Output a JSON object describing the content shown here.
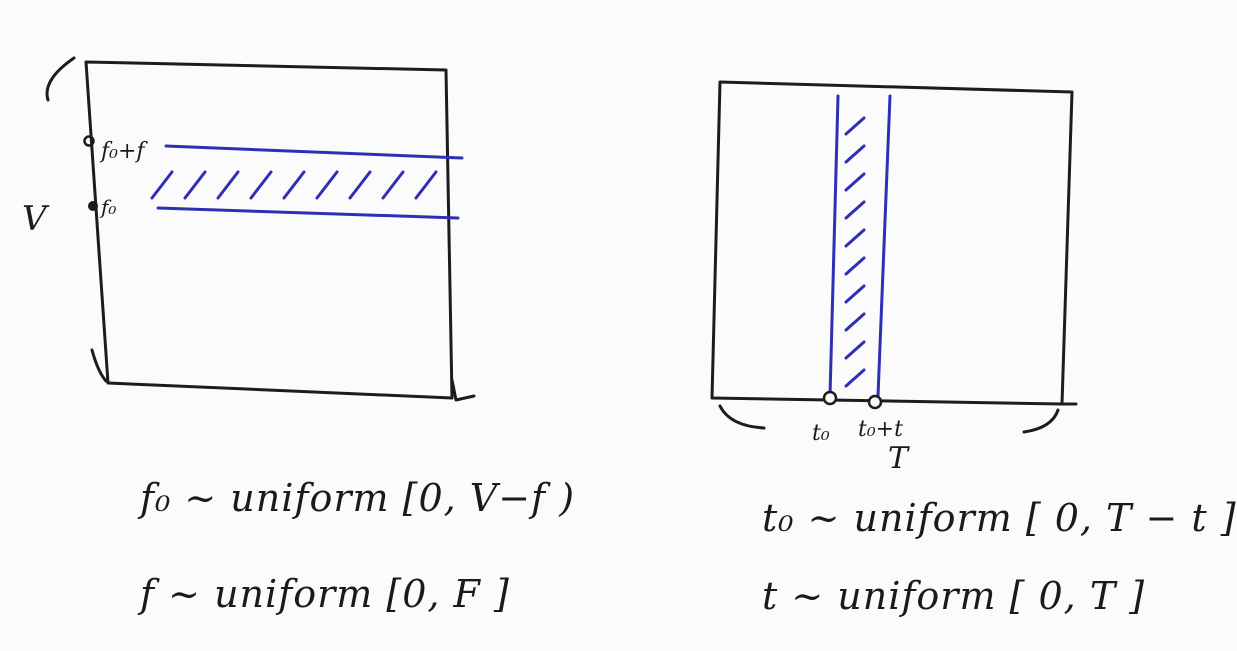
{
  "left_diagram": {
    "axis_label": "V",
    "marker_top_label": "f₀+f",
    "marker_bottom_label": "f₀",
    "caption_line1": "f₀ ~ uniform [0, V−f )",
    "caption_line2": "f  ~ uniform [0, F ]"
  },
  "right_diagram": {
    "axis_label": "T",
    "marker_left_label": "t₀",
    "marker_right_label": "t₀+t",
    "caption_line1": "t₀ ~ uniform [ 0, T − t ]",
    "caption_line2": "t ~ uniform [ 0, T ]"
  },
  "colors": {
    "ink": "#1c1c1c",
    "highlight": "#2f2fb4",
    "paper": "#fbfbfb"
  }
}
